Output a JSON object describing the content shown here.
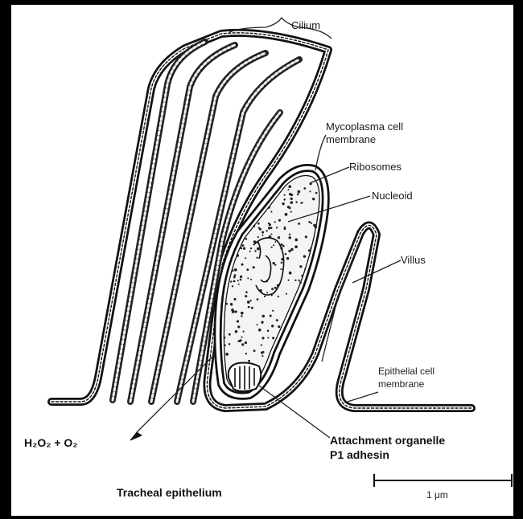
{
  "labels": {
    "cilium": "Cilium",
    "mycoplasma_membrane_line1": "Mycoplasma cell",
    "mycoplasma_membrane_line2": "membrane",
    "ribosomes": "Ribosomes",
    "nucleoid": "Nucleoid",
    "villus": "Villus",
    "epithelial_line1": "Epithelial cell",
    "epithelial_line2": "membrane",
    "attachment_line1": "Attachment organelle",
    "attachment_line2": "P1 adhesin",
    "reaction": "H₂O₂ + O₂",
    "tracheal": "Tracheal epithelium",
    "scale": "1 μm"
  },
  "colors": {
    "ink": "#111111",
    "background": "#ffffff"
  }
}
